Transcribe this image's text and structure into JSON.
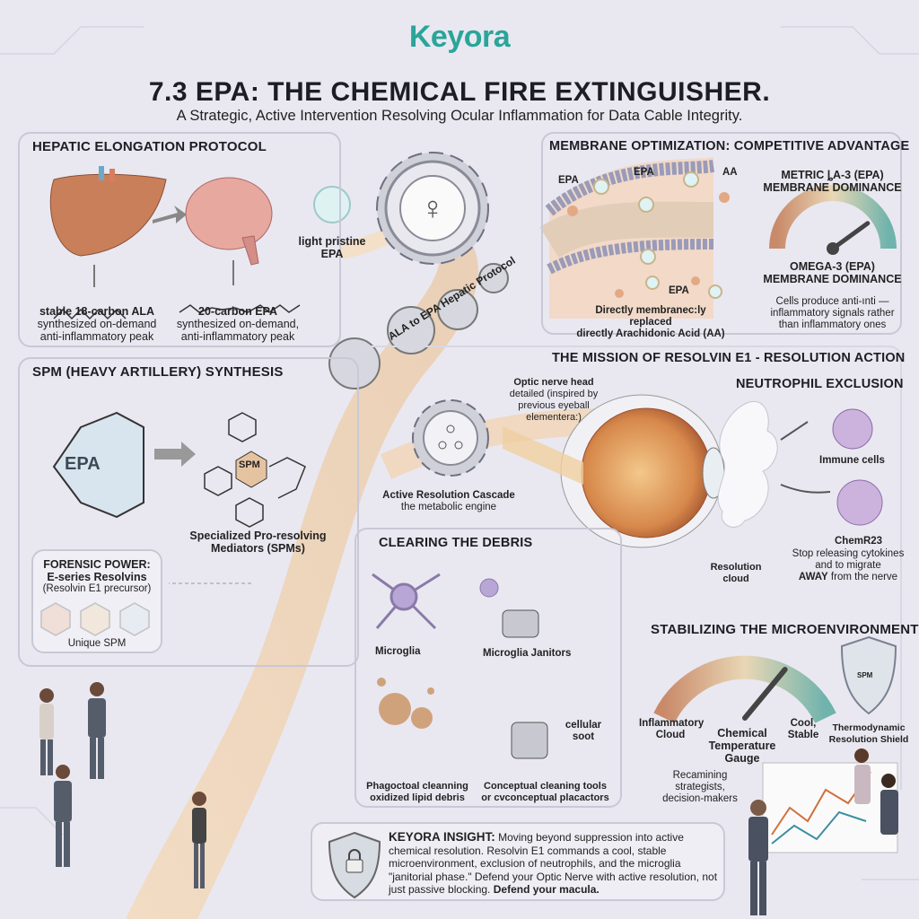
{
  "brand": {
    "logo": "Keyora",
    "color": "#2aa59a"
  },
  "header": {
    "title": "7.3 EPA: THE CHEMICAL FIRE EXTINGUISHER.",
    "subtitle": "A Strategic, Active Intervention Resolving Ocular Inflammation for Data Cable Integrity."
  },
  "hepatic": {
    "title": "HEPATIC ELONGATION PROTOCOL",
    "ala_bold": "stable 18-carbon ALA",
    "ala_desc1": "synthesized on-demand",
    "ala_desc2": "anti-inflammatory peak",
    "epa_bold": "20-carbon EPA",
    "epa_desc1": "synthesized on-demand,",
    "epa_desc2": "anti-inflammatory peak"
  },
  "flow": {
    "pristine1": "light pristine",
    "pristine2": "EPA",
    "protocol": "ALA to EPA Hepatic Protocol",
    "cascade": "Active Resolution Cascade",
    "cascade_sub": "the metabolic engine"
  },
  "membrane": {
    "title": "MEMBRANE OPTIMIZATION: COMPETITIVE ADVANTAGE",
    "lbl_epa1": "EPA",
    "lbl_epa2": "EPA",
    "lbl_aa": "AA",
    "lbl_epa3": "EPA",
    "caption1": "Directly membranec:ly replaced",
    "caption2": "directly Arachidonic Acid (AA)",
    "metric1": "METRIC ȴA-3 (EPA)",
    "metric2": "MEMBRANE DOMINANCE",
    "omega1": "OMEGA-3 (EPA)",
    "omega2": "MEMBRANE DOMINANCE",
    "cells1": "Cells produce anti-ınti —",
    "cells2": "inflammatory signals rather",
    "cells3": "than inflammatory ones",
    "gauge_level": 0.8
  },
  "spm": {
    "title": "SPM (HEAVY ARTILLERY) SYNTHESIS",
    "epa": "EPA",
    "spm": "SPM",
    "caption1": "Specialized Pro-resolving",
    "caption2": "Mediators (SPMs)",
    "forensic_title": "FORENSIC POWER:",
    "forensic_sub": "E-series Resolvins",
    "forensic_paren": "(Resolvin E1 precursor)",
    "unique": "Unique SPM"
  },
  "mission": {
    "title": "THE MISSION OF RESOLVIN E1 - RESOLUTION ACTION",
    "optic_bold": "Optic nerve head",
    "optic1": "detailed (inspired by",
    "optic2": "previous eyeball",
    "optic3": "elementera:)",
    "neutrophil": "NEUTROPHIL EXCLUSION",
    "immune": "Immune cells",
    "chem": "ChemR23",
    "stop1": "Stop releasing cytokines",
    "stop2": "and to migrate",
    "stop3_bold": "AWAY",
    "stop3": " from the nerve",
    "cloud1": "Resolution",
    "cloud2": "cloud",
    "stabilizing": "STABILIZING THE MICROENVIRONMENT"
  },
  "debris": {
    "title": "CLEARING THE DEBRIS",
    "microglia": "Microglia",
    "janitors": "Microglia Janitors",
    "soot1": "cellular",
    "soot2": "soot",
    "phago1": "Phagoctoal cleanning",
    "phago2": "oxidized lipid debris",
    "tools1": "Conceptual cleaning tools",
    "tools2": "or cvconceptual placactors"
  },
  "temp": {
    "left1": "Inflammatory",
    "left2": "Cloud",
    "center1": "Chemical",
    "center2": "Temperature",
    "center3": "Gauge",
    "right1": "Cool,",
    "right2": "Stable",
    "shield1": "Thermodynamic",
    "shield2": "Resolution Shield",
    "spm": "SPM",
    "gauge_level": 0.72
  },
  "strategists": {
    "l1": "Recamining",
    "l2": "strategists,",
    "l3": "decision-makers"
  },
  "insight": {
    "label": "KEYORA INSIGHT:",
    "text": " Moving beyond suppression into active chemical resolution. Resolvin E1 commands a cool, stable microenvironment, exclusion of neutrophils, and the microglia \"janitorial phase.\" Defend your Optic Nerve with active resolution, not just passive blocking. ",
    "bold_end": "Defend your macula."
  }
}
